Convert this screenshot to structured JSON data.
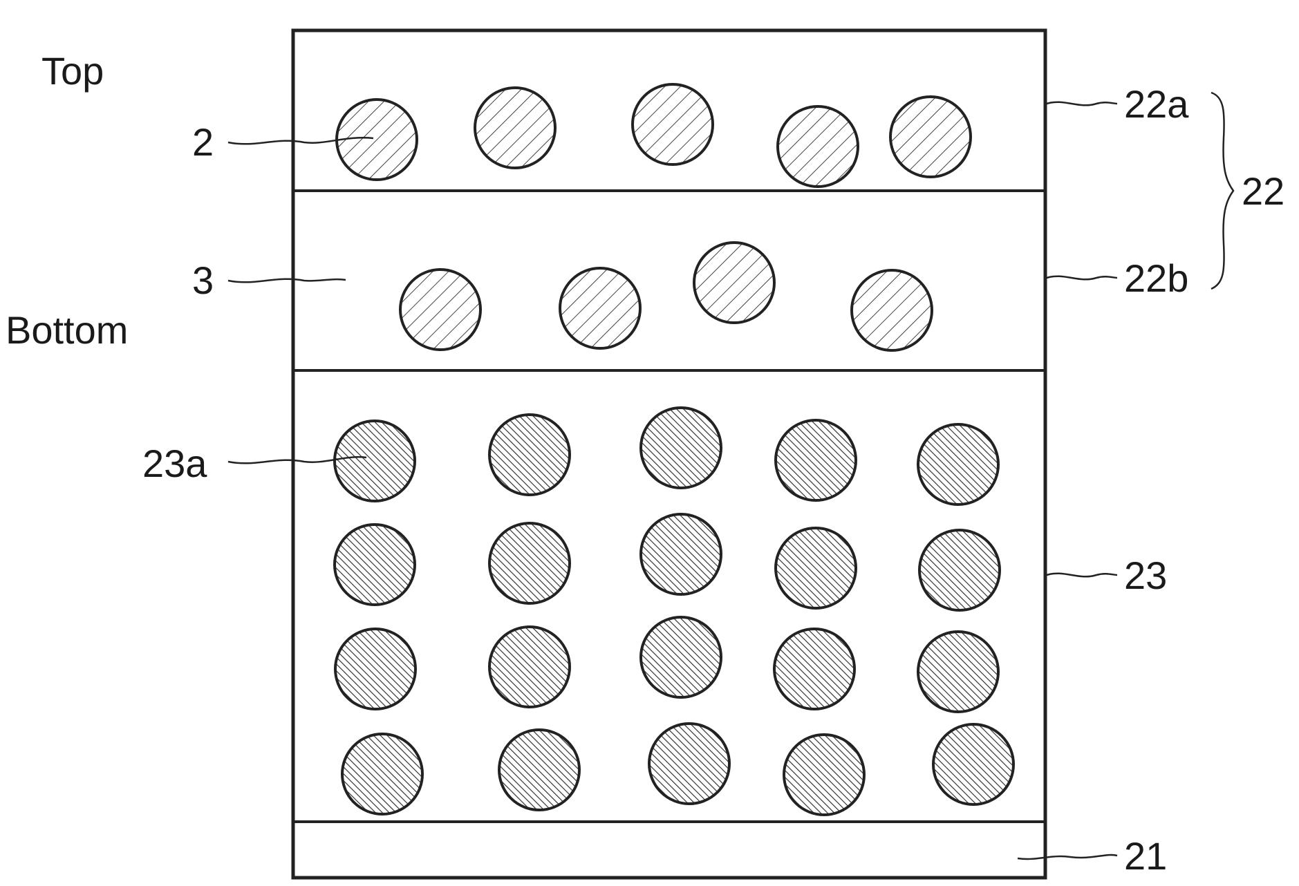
{
  "labels": {
    "top": "Top",
    "bottom": "Bottom",
    "ref_2": "2",
    "ref_3": "3",
    "ref_23a": "23a",
    "ref_22a": "22a",
    "ref_22b": "22b",
    "ref_22": "22",
    "ref_23": "23",
    "ref_21": "21"
  },
  "layers": [
    {
      "ref": "22a",
      "particle_fill": "light-hatched"
    },
    {
      "ref": "22b",
      "particle_fill": "light-hatched"
    },
    {
      "ref": "23",
      "particle_fill": "dense-hatched"
    },
    {
      "ref": "21",
      "particle_fill": "none"
    }
  ],
  "colors": {
    "stroke": "#222222",
    "hatch_light": "#444444",
    "hatch_dense": "#333333",
    "background": "#ffffff"
  }
}
